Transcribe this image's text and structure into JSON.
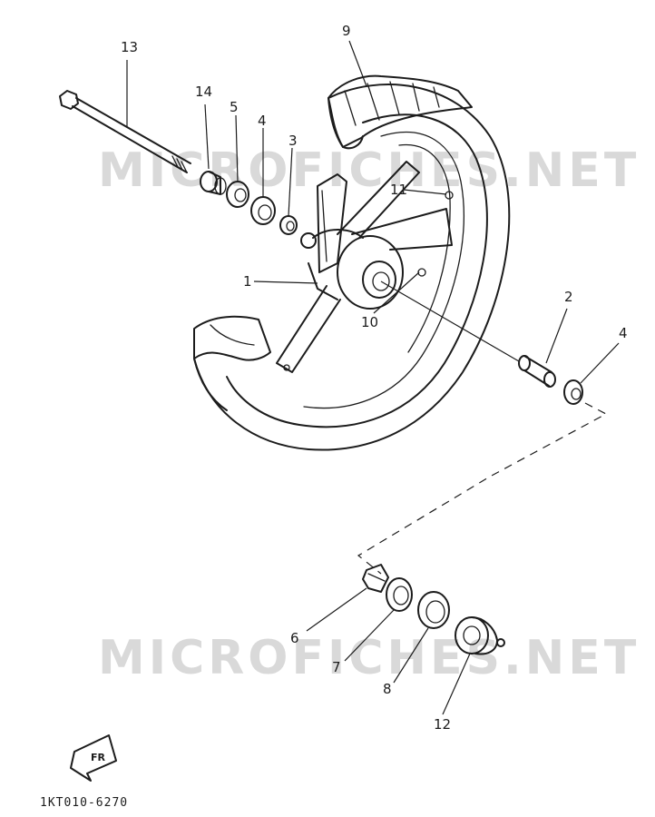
{
  "watermark": {
    "text_top": "MICROFICHES.NET",
    "text_bottom": "MICROFICHES.NET"
  },
  "diagram_code": "1KT010-6270",
  "front_badge": "FR",
  "callouts": {
    "n1": "1",
    "n2": "2",
    "n3": "3",
    "n4a": "4",
    "n4b": "4",
    "n5": "5",
    "n6": "6",
    "n7": "7",
    "n8": "8",
    "n9": "9",
    "n10": "10",
    "n11": "11",
    "n12": "12",
    "n13": "13",
    "n14": "14"
  }
}
